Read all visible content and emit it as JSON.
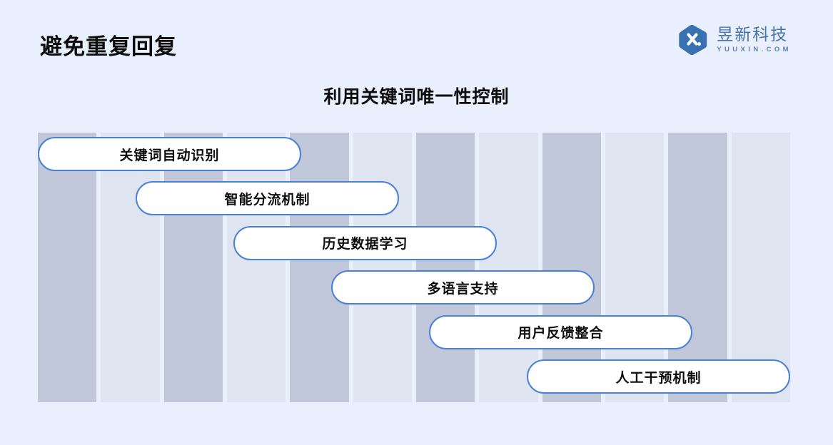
{
  "header": {
    "title": "避免重复回复",
    "logo": {
      "mark_icon": "hexagon-x-logo-icon",
      "name": "昱新科技",
      "domain": "YUUXIN.COM"
    }
  },
  "chart_heading": "利用关键词唯一性控制",
  "colors": {
    "page_background": "#e9effc",
    "stripe_dark": "#c0c7d8",
    "stripe_light": "#dfe4f1",
    "bar_fill": "#ffffff",
    "bar_border": "#4a80d6",
    "brand_blue": "#3d72ab",
    "text": "#0d0d0d"
  },
  "chart_data": {
    "type": "bar",
    "orientation": "horizontal",
    "title": "利用关键词唯一性控制",
    "xlabel": "",
    "ylabel": "",
    "grid": "vertical-banded",
    "legend": "none",
    "background_columns": 12,
    "categories": [
      "关键词自动识别",
      "智能分流机制",
      "历史数据学习",
      "多语言支持",
      "用户反馈整合",
      "人工干预机制"
    ],
    "bars": [
      {
        "label": "关键词自动识别",
        "start": 0,
        "end": 35
      },
      {
        "label": "智能分流机制",
        "start": 13,
        "end": 48
      },
      {
        "label": "历史数据学习",
        "start": 26,
        "end": 61
      },
      {
        "label": "多语言支持",
        "start": 39,
        "end": 74
      },
      {
        "label": "用户反馈整合",
        "start": 52,
        "end": 87
      },
      {
        "label": "人工干预机制",
        "start": 65,
        "end": 100
      }
    ],
    "xlim": [
      0,
      100
    ],
    "note": "gantt-style staircase of offset pill bars"
  }
}
